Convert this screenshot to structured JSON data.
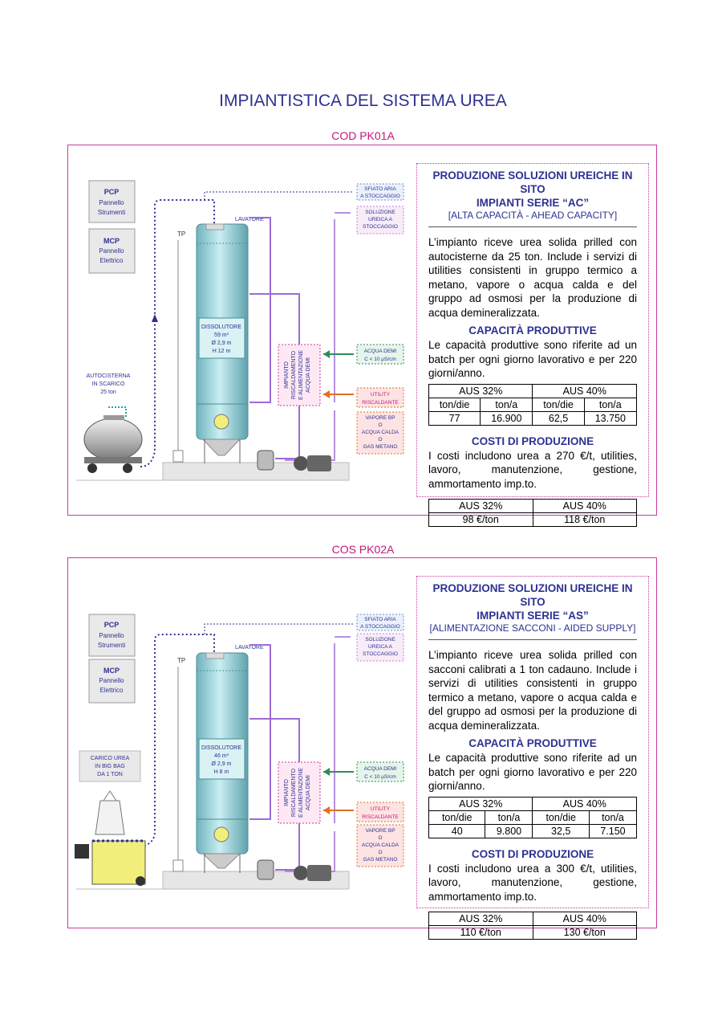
{
  "page_title": "IMPIANTISTICA DEL SISTEMA UREA",
  "sections": [
    {
      "code": "COD PK01A",
      "diagram": {
        "pcp": [
          "PCP",
          "Pannello",
          "Strumenti"
        ],
        "mcp": [
          "MCP",
          "Pannello",
          "Elettrico"
        ],
        "tp": "TP",
        "lavatore": "LAVATORE",
        "dissolutore": [
          "DISSOLUTORE",
          "59 m³",
          "Ø 2,9 m",
          "H 12 m"
        ],
        "source": [
          "AUTOCISTERNA",
          "IN SCARICO",
          "25 ton"
        ],
        "impianto": [
          "IMPIANTO",
          "RISCALDAMENTO",
          "E ALIMENTAZIONE",
          "ACQUA DEMI"
        ],
        "sfiato": [
          "SFIATO ARIA",
          "A STOCCAGGIO"
        ],
        "soluzione": [
          "SOLUZIONE",
          "UREICA A",
          "STOCCAGGIO"
        ],
        "acqua": [
          "ACQUA DEMI",
          "C < 10 μS/cm"
        ],
        "utility": [
          "UTILITY",
          "RISCALDANTE"
        ],
        "vapore": [
          "VAPORE BP",
          "O",
          "ACQUA CALDA",
          "O",
          "GAS METANO"
        ]
      },
      "heading1": "PRODUZIONE SOLUZIONI UREICHE IN SITO",
      "heading2": "IMPIANTI SERIE “AC”",
      "subheading": "[ALTA CAPACITÀ - AHEAD CAPACITY]",
      "description": "L’impianto riceve urea solida prilled con autocisterne da 25 ton. Include i servizi di utilities consistenti in gruppo termico a metano, vapore o acqua calda e del gruppo ad osmosi per la produzione di acqua demineralizzata.",
      "capacity_title": "CAPACITÀ PRODUTTIVE",
      "capacity_text": "Le capacità produttive sono riferite ad un batch per ogni giorno lavorativo e per 220 giorni/anno.",
      "capacity_table": {
        "groups": [
          "AUS 32%",
          "AUS 40%"
        ],
        "columns": [
          "ton/die",
          "ton/a",
          "ton/die",
          "ton/a"
        ],
        "row": [
          "77",
          "16.900",
          "62,5",
          "13.750"
        ]
      },
      "cost_title": "COSTI DI PRODUZIONE",
      "cost_text": "I costi includono urea a 270 €/t, utilities, lavoro, manutenzione, gestione, ammortamento imp.to.",
      "cost_table": {
        "groups": [
          "AUS 32%",
          "AUS 40%"
        ],
        "row": [
          "98 €/ton",
          "118 €/ton"
        ]
      }
    },
    {
      "code": "COS PK02A",
      "diagram": {
        "pcp": [
          "PCP",
          "Pannello",
          "Strumenti"
        ],
        "mcp": [
          "MCP",
          "Pannello",
          "Elettrico"
        ],
        "tp": "TP",
        "lavatore": "LAVATORE",
        "dissolutore": [
          "DISSOLUTORE",
          "46 m³",
          "Ø 2,9 m",
          "H 8 m"
        ],
        "source": [
          "CARICO UREA",
          "IN BIG BAG",
          "DA 1 TON"
        ],
        "impianto": [
          "IMPIANTO",
          "RISCALDAMENTO",
          "E ALIMENTAZIONE",
          "ACQUA DEMI"
        ],
        "sfiato": [
          "SFIATO ARIA",
          "A STOCCAGGIO"
        ],
        "soluzione": [
          "SOLUZIONE",
          "UREICA A",
          "STOCCAGGIO"
        ],
        "acqua": [
          "ACQUA DEMI",
          "C < 10 μS/cm"
        ],
        "utility": [
          "UTILITY",
          "RISCALDANTE"
        ],
        "vapore": [
          "VAPORE BP",
          "O",
          "ACQUA CALDA",
          "O",
          "GAS METANO"
        ]
      },
      "heading1": "PRODUZIONE SOLUZIONI UREICHE IN SITO",
      "heading2": "IMPIANTI SERIE “AS”",
      "subheading": "[ALIMENTAZIONE SACCONI - AIDED SUPPLY]",
      "description": "L’impianto riceve urea solida prilled con sacconi calibrati a 1 ton cadauno. Include i servizi di utilities consistenti in gruppo termico a metano, vapore o acqua calda e del gruppo ad osmosi per la produzione di acqua demineralizzata.",
      "capacity_title": "CAPACITÀ PRODUTTIVE",
      "capacity_text": "Le capacità produttive sono riferite ad un batch per ogni giorno lavorativo e per 220 giorni/anno.",
      "capacity_table": {
        "groups": [
          "AUS 32%",
          "AUS 40%"
        ],
        "columns": [
          "ton/die",
          "ton/a",
          "ton/die",
          "ton/a"
        ],
        "row": [
          "40",
          "9.800",
          "32,5",
          "7.150"
        ]
      },
      "cost_title": "COSTI DI PRODUZIONE",
      "cost_text": "I costi includono urea a 300 €/t, utilities, lavoro, manutenzione, gestione, ammortamento imp.to.",
      "cost_table": {
        "groups": [
          "AUS 32%",
          "AUS 40%"
        ],
        "row": [
          "110 €/ton",
          "130 €/ton"
        ]
      }
    }
  ]
}
